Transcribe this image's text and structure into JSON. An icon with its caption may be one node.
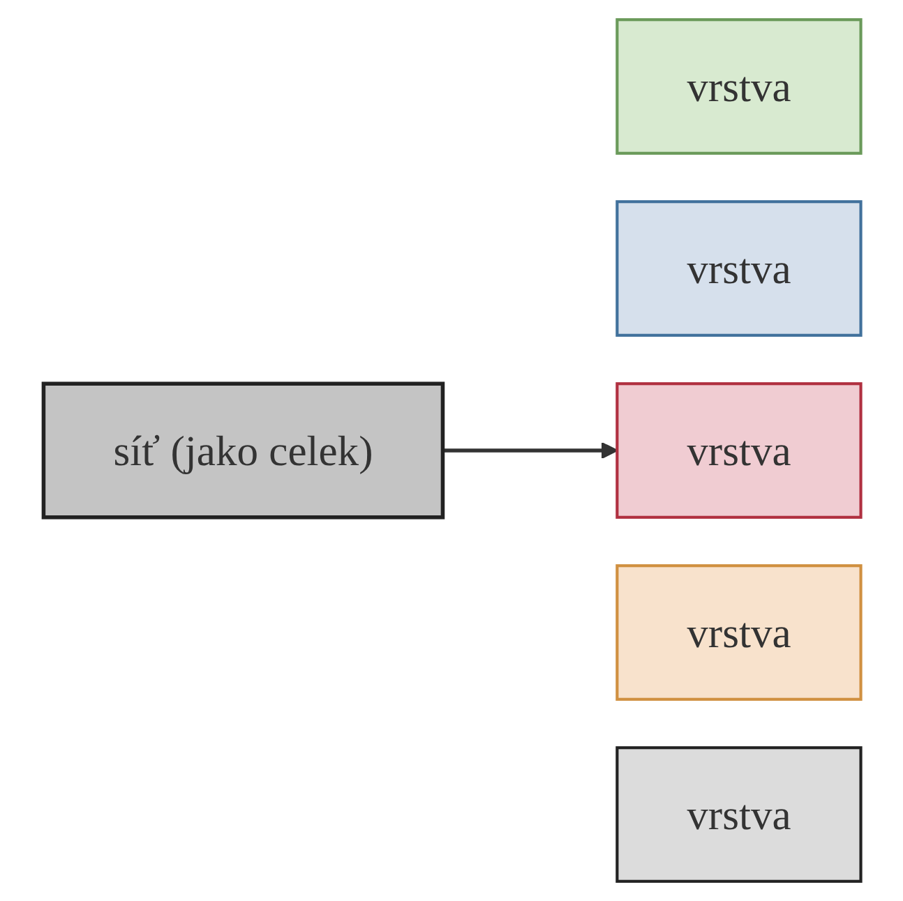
{
  "diagram": {
    "nodes": [
      {
        "text": [
          "síť (jako celek)"
        ]
      },
      {
        "text": [
          "vrstva"
        ]
      },
      {
        "text": [
          "vrstva"
        ]
      },
      {
        "text": [
          "vrstva"
        ]
      },
      {
        "text": [
          "vrstva"
        ]
      },
      {
        "text": [
          "vrstva"
        ]
      }
    ],
    "edges": [
      {
        "from": 0,
        "to": 3,
        "arrow": "to"
      }
    ]
  }
}
